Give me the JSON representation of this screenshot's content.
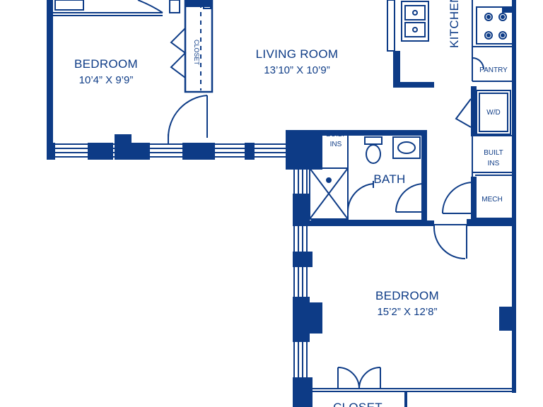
{
  "colors": {
    "wall": "#0d3b86",
    "window_fill": "#ffffff",
    "background": "#ffffff"
  },
  "rooms": {
    "bedroom1": {
      "name": "BEDROOM",
      "dims": "10’4” X 9’9”"
    },
    "living": {
      "name": "LIVING ROOM",
      "dims": "13’10” X 10’9”"
    },
    "bedroom2": {
      "name": "BEDROOM",
      "dims": "15’2” X 12’8”"
    },
    "bath": {
      "name": "BATH"
    },
    "kitchen": {
      "name": "KITCHEN"
    }
  },
  "labels": {
    "closet_small": "CLOSET",
    "closet_bottom": "CLOSET",
    "pantry": "PANTRY",
    "wd": "W/D",
    "built_ins_bath_1": "BUILT",
    "built_ins_bath_2": "INS",
    "built_ins_hall_1": "BUILT",
    "built_ins_hall_2": "INS",
    "mech": "MECH"
  }
}
